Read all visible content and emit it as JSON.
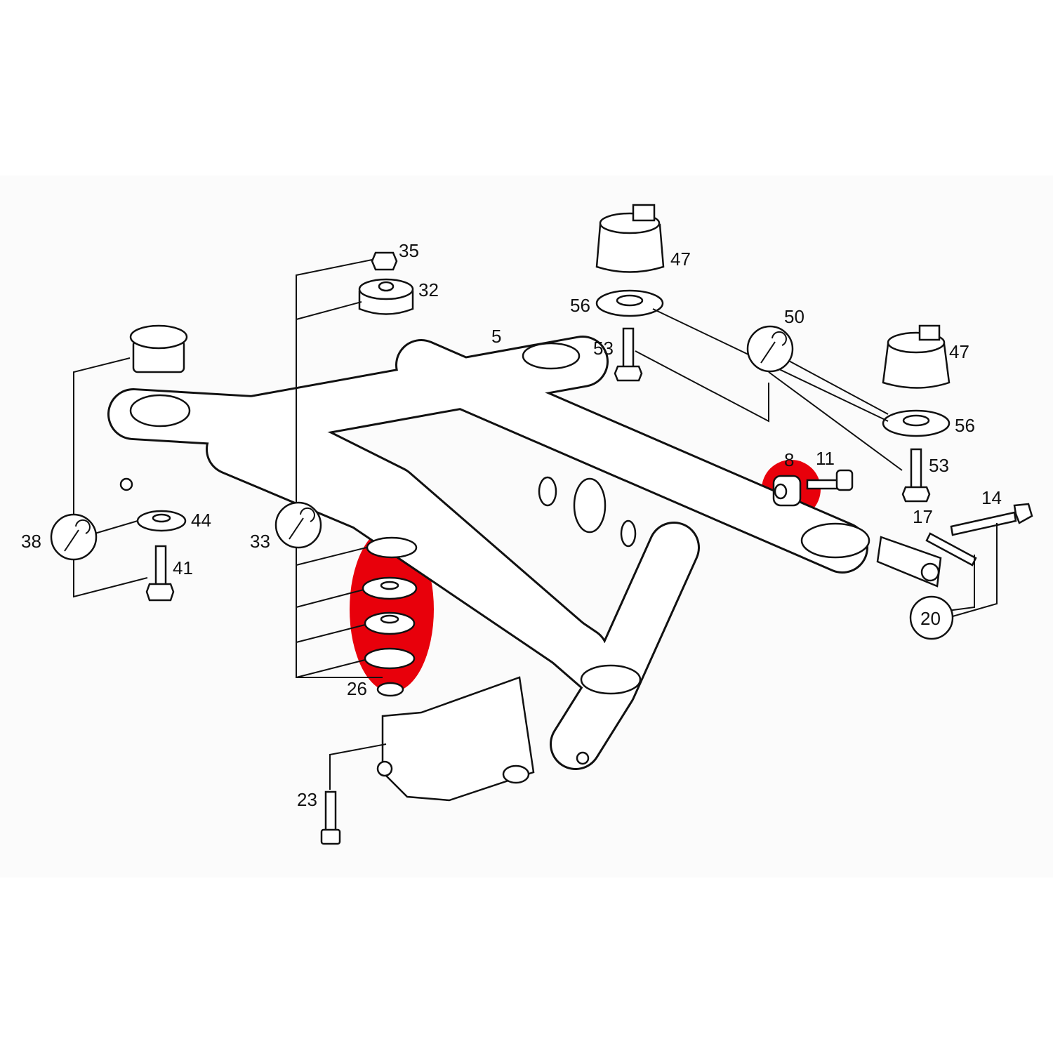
{
  "diagram": {
    "title_hidden": null,
    "highlight_color": "#e8000b",
    "labels": {
      "p35": "35",
      "p32": "32",
      "p5": "5",
      "p47a": "47",
      "p56a": "56",
      "p53a": "53",
      "p50": "50",
      "p47b": "47",
      "p56b": "56",
      "p53b": "53",
      "p8": "8",
      "p11": "11",
      "p14": "14",
      "p17": "17",
      "p20": "20",
      "p38": "38",
      "p44": "44",
      "p41": "41",
      "p33": "33",
      "p26": "26",
      "p23": "23"
    },
    "icons": [
      "wrench-icon"
    ]
  }
}
